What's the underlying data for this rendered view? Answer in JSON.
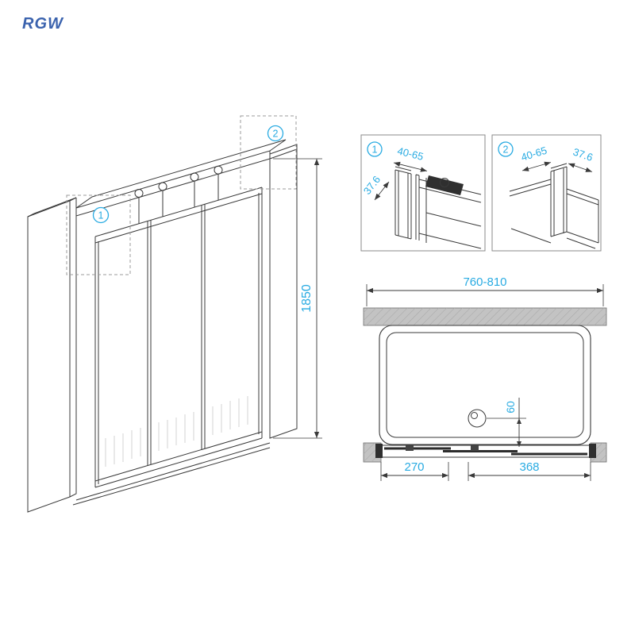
{
  "logo": {
    "text": "RGW"
  },
  "colors": {
    "accent": "#29ABE2",
    "line": "#3a3a3a",
    "wall_fill": "#c3c3c3"
  },
  "main_view": {
    "callout_1": "1",
    "callout_2": "2",
    "height_dim": "1850"
  },
  "detail_1": {
    "label": "1",
    "width_dim": "40-65",
    "depth_dim": "37.6"
  },
  "detail_2": {
    "label": "2",
    "width_dim": "40-65",
    "depth_dim": "37.6"
  },
  "plan_view": {
    "width_dim": "760-810",
    "drain_offset_dim": "60",
    "left_dim": "270",
    "right_dim": "368"
  }
}
